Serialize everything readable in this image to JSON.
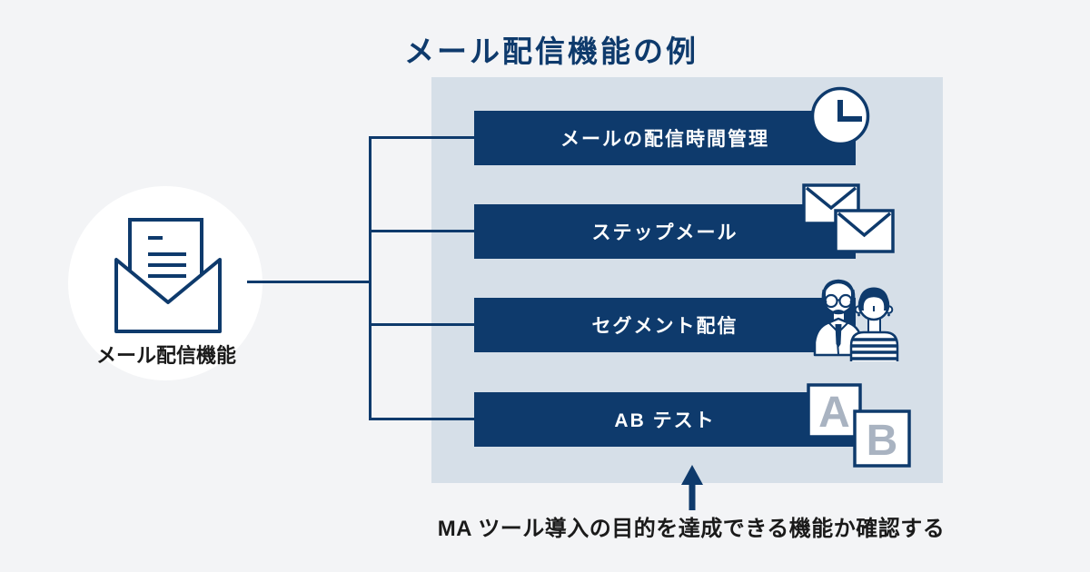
{
  "title": "メール配信機能の例",
  "source": {
    "label": "メール配信機能",
    "icon": "open-envelope-icon"
  },
  "panel": {
    "items": [
      {
        "label": "メールの配信時間管理",
        "icon": "clock-icon"
      },
      {
        "label": "ステップメール",
        "icon": "double-envelope-icon"
      },
      {
        "label": "セグメント配信",
        "icon": "people-icon"
      },
      {
        "label": "AB テスト",
        "icon": "ab-cards-icon",
        "card_letters": [
          "A",
          "B"
        ]
      }
    ]
  },
  "footnote": {
    "text": "MA ツール導入の目的を達成できる機能か確認する",
    "icon": "up-arrow-icon"
  },
  "colors": {
    "navy": "#0e3a6c",
    "panel_bg": "#d6dfe8",
    "page_bg": "#f3f4f6",
    "text_dark": "#1a1a1a",
    "card_letter_gray": "#a9b3c1",
    "white": "#ffffff"
  }
}
